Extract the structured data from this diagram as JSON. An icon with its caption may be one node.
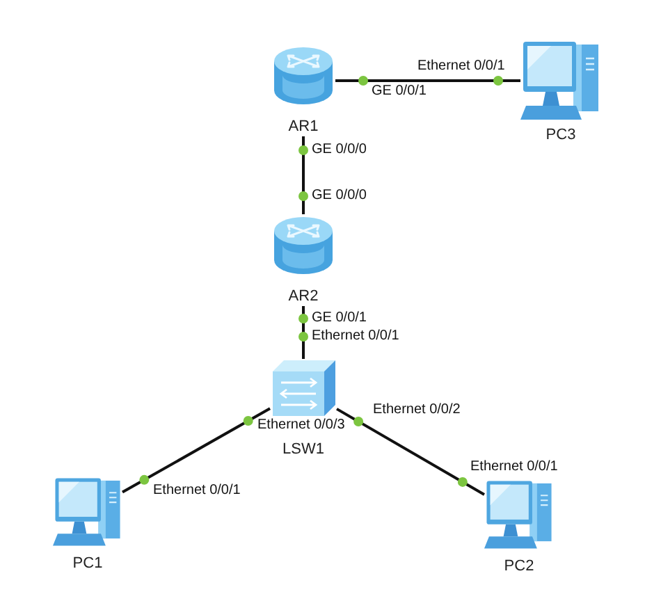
{
  "diagram": {
    "nodes": [
      {
        "text": [
          "AR1"
        ]
      },
      {
        "text": [
          "PC3"
        ]
      },
      {
        "text": [
          "AR2"
        ]
      },
      {
        "text": [
          "LSW1"
        ]
      },
      {
        "text": [
          "PC1"
        ]
      },
      {
        "text": [
          "PC2"
        ]
      }
    ],
    "edges": [
      {
        "from": 0,
        "to": 1,
        "arrow": "none"
      },
      {
        "from": 0,
        "to": 2,
        "arrow": "none"
      },
      {
        "from": 2,
        "to": 3,
        "arrow": "none"
      },
      {
        "from": 3,
        "to": 4,
        "arrow": "none"
      },
      {
        "from": 3,
        "to": 5,
        "arrow": "none"
      }
    ],
    "labels": [
      "GE 0/0/1",
      "Ethernet 0/0/1",
      "GE 0/0/0",
      "GE 0/0/0",
      "GE 0/0/1",
      "Ethernet 0/0/1",
      "Ethernet 0/0/3",
      "Ethernet 0/0/2",
      "Ethernet 0/0/1",
      "Ethernet 0/0/1"
    ]
  }
}
